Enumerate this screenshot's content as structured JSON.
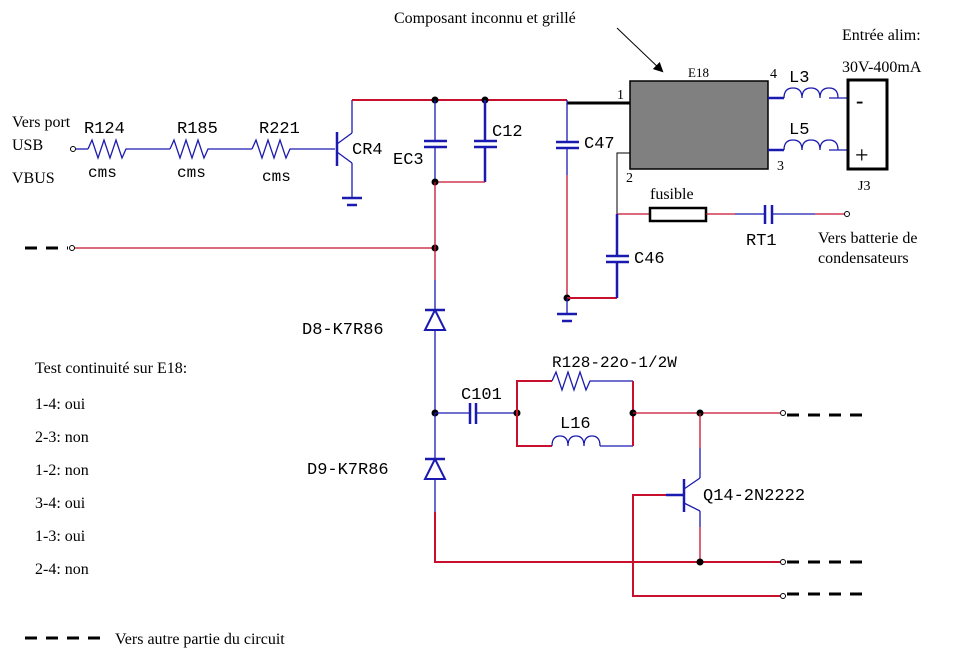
{
  "annotations": {
    "burnt_component": "Composant inconnu et grillé",
    "power_input_title": "Entrée alim:",
    "power_input_spec": "30V-400mA",
    "usb_line1": "Vers port",
    "usb_line2": "USB",
    "usb_line3": "VBUS",
    "battery_line1": "Vers batterie de",
    "battery_line2": "condensateurs",
    "legend_text": "Vers autre partie du circuit"
  },
  "continuity_test": {
    "title": "Test continuité sur E18:",
    "results": [
      {
        "label": "1-4: oui"
      },
      {
        "label": "2-3: non"
      },
      {
        "label": "1-2: non"
      },
      {
        "label": "3-4: oui"
      },
      {
        "label": "1-3: oui"
      },
      {
        "label": "2-4: non"
      }
    ]
  },
  "components": {
    "r124": "R124",
    "r185": "R185",
    "r221": "R221",
    "cms": "cms",
    "cr4": "CR4",
    "ec3": "EC3",
    "c12": "C12",
    "c47": "C47",
    "e18": "E18",
    "l3": "L3",
    "l5": "L5",
    "j3": "J3",
    "fuse": "fusible",
    "rt1": "RT1",
    "c46": "C46",
    "d8": "D8-K7R86",
    "d9": "D9-K7R86",
    "c101": "C101",
    "r128": "R128-22o-1/2W",
    "l16": "L16",
    "q14": "Q14-2N2222"
  },
  "pins": {
    "p1": "1",
    "p2": "2",
    "p3": "3",
    "p4": "4",
    "minus": "-",
    "plus": "+"
  }
}
